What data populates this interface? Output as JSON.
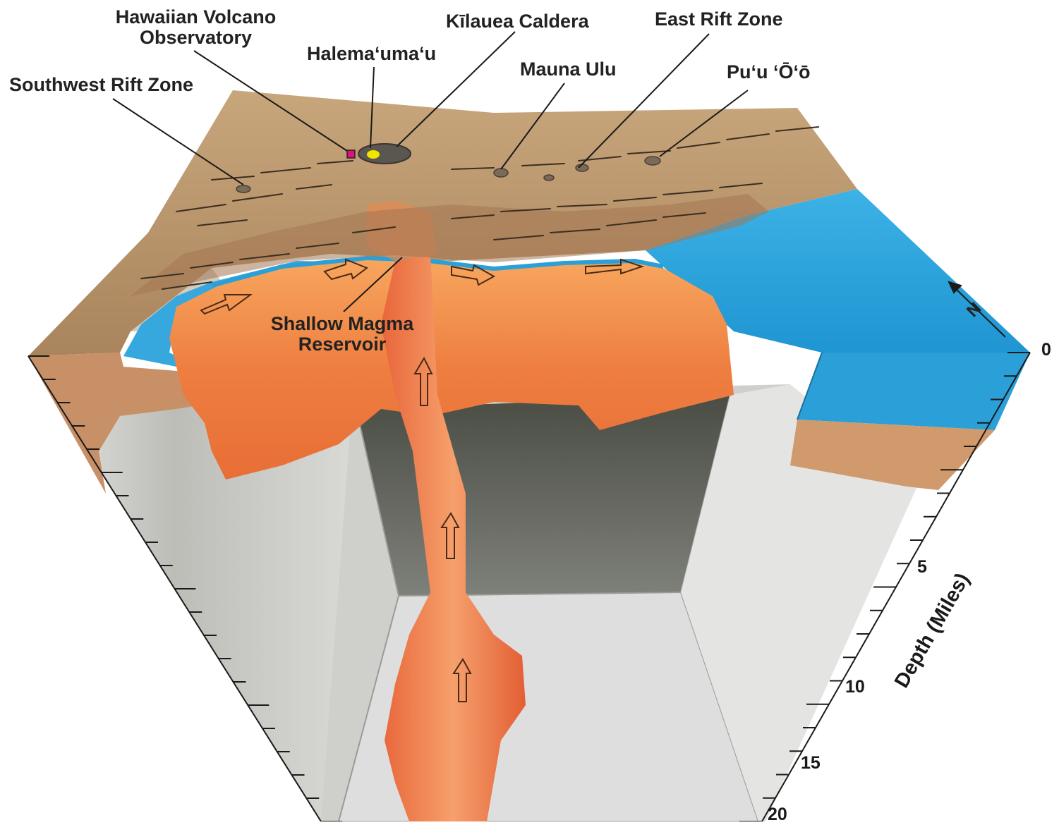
{
  "labels": {
    "observatory_line1": "Hawaiian Volcano",
    "observatory_line2": "Observatory",
    "caldera": "Kīlauea Caldera",
    "east_rift": "East Rift Zone",
    "halemaumau": "Halema‘uma‘u",
    "mauna_ulu": "Mauna Ulu",
    "puu_oo": "Pu‘u ‘Ō‘ō",
    "southwest_rift": "Southwest Rift Zone",
    "reservoir_line1": "Shallow Magma",
    "reservoir_line2": "Reservoir"
  },
  "depth_axis": {
    "title": "Depth (Miles)",
    "ticks": [
      "0",
      "5",
      "10",
      "15",
      "20"
    ]
  },
  "compass": {
    "letter": "N"
  },
  "colors": {
    "ground": "#b8956a",
    "ocean": "#2a9fd8",
    "magma": "#ec7a3c",
    "magma_light": "#f6a86a",
    "crust_cut": "#c89066",
    "interior_gray": "#7b7d74",
    "interior_light": "#d8d8d6",
    "observatory_marker": "#e0107a",
    "lava_lake": "#f2e600"
  }
}
